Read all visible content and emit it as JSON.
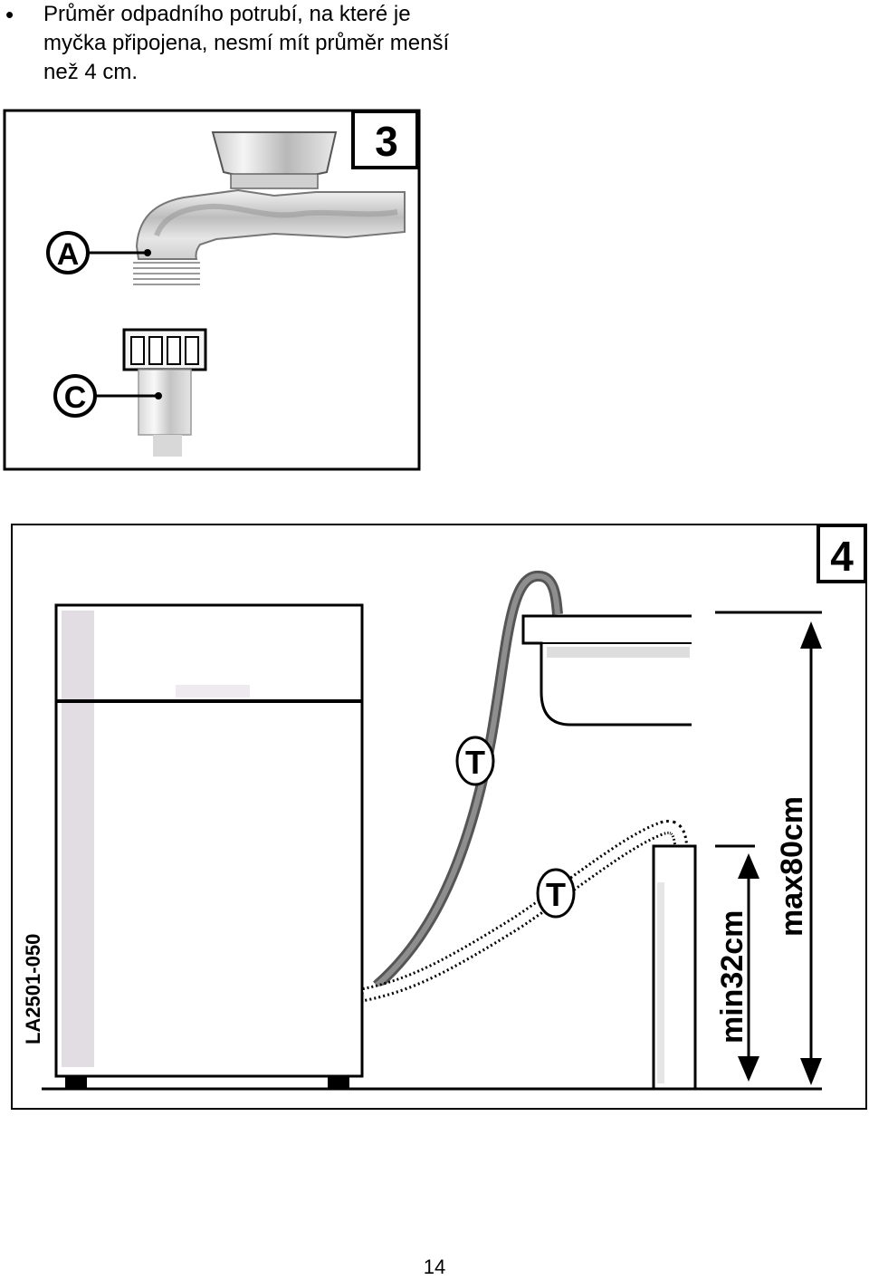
{
  "text": {
    "bullet": "•",
    "paragraph": "Průměr odpadního potrubí, na které je myčka připojena, nesmí mít průměr menší než 4 cm."
  },
  "figure3": {
    "number": "3",
    "label_a": "A",
    "label_c": "C"
  },
  "figure4": {
    "number": "4",
    "code": "LA2501-050",
    "hose_label_upper": "T",
    "hose_label_lower": "T",
    "min_height": "min32cm",
    "max_height": "max80cm"
  },
  "footer": {
    "page_number": "14"
  }
}
